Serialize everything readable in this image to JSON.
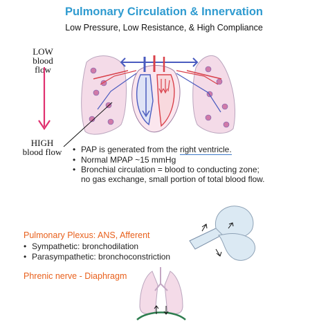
{
  "header": {
    "title": "Pulmonary Circulation & Innervation",
    "subtitle": "Low Pressure, Low Resistance, & High Compliance"
  },
  "flow_scale": {
    "top": {
      "line1": "LOW",
      "line2": "blood flow"
    },
    "bottom": {
      "line1": "HIGH",
      "line2": "blood flow"
    },
    "arrow_color": "#e0306f"
  },
  "circulation_facts": {
    "items": [
      {
        "prefix": "PAP is generated from the ",
        "emphasis": "right ventricle."
      },
      {
        "text": "Normal MPAP ~15 mmHg"
      },
      {
        "line1": "Bronchial circulation = blood to conducting zone;",
        "line2": "no gas exchange, small portion of total blood flow."
      }
    ]
  },
  "innervation": {
    "plexus_heading": "Pulmonary Plexus: ANS, Afferent",
    "plexus_items": [
      "Sympathetic: bronchodilation",
      "Parasympathetic: bronchoconstriction"
    ],
    "phrenic_heading": "Phrenic nerve - Diaphragm"
  },
  "colors": {
    "title_blue": "#2f9bd0",
    "orange": "#e8601c",
    "lung_pink": "#f4dbe8",
    "vessel_blue": "#4a5bbf",
    "vessel_red": "#d9404a",
    "underline_blue": "#3c78c8"
  },
  "icons": [
    "lungs-heart-illustration",
    "down-arrow-icon",
    "bronchiole-alveoli-illustration",
    "lungs-diaphragm-illustration"
  ]
}
